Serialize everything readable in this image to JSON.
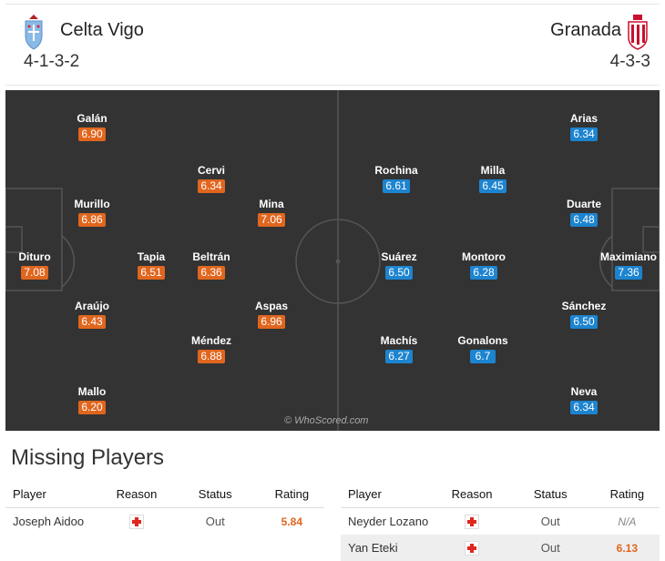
{
  "match": {
    "home": {
      "name": "Celta Vigo",
      "formation": "4-1-3-2",
      "crest_icon": "celta-vigo-crest-icon",
      "color": "#e0661e"
    },
    "away": {
      "name": "Granada",
      "formation": "4-3-3",
      "crest_icon": "granada-crest-icon",
      "color": "#1d84cf"
    }
  },
  "pitch": {
    "watermark": "© WhoScored.com",
    "home_players": [
      {
        "name": "Dituro",
        "rating": "7.08"
      },
      {
        "name": "Galán",
        "rating": "6.90"
      },
      {
        "name": "Murillo",
        "rating": "6.86"
      },
      {
        "name": "Araújo",
        "rating": "6.43"
      },
      {
        "name": "Mallo",
        "rating": "6.20"
      },
      {
        "name": "Tapia",
        "rating": "6.51"
      },
      {
        "name": "Cervi",
        "rating": "6.34"
      },
      {
        "name": "Beltrán",
        "rating": "6.36"
      },
      {
        "name": "Méndez",
        "rating": "6.88"
      },
      {
        "name": "Mina",
        "rating": "7.06"
      },
      {
        "name": "Aspas",
        "rating": "6.96"
      }
    ],
    "away_players": [
      {
        "name": "Maximiano",
        "rating": "7.36"
      },
      {
        "name": "Arias",
        "rating": "6.34"
      },
      {
        "name": "Duarte",
        "rating": "6.48"
      },
      {
        "name": "Sánchez",
        "rating": "6.50"
      },
      {
        "name": "Neva",
        "rating": "6.34"
      },
      {
        "name": "Milla",
        "rating": "6.45"
      },
      {
        "name": "Montoro",
        "rating": "6.28"
      },
      {
        "name": "Gonalons",
        "rating": "6.7"
      },
      {
        "name": "Rochina",
        "rating": "6.61"
      },
      {
        "name": "Suárez",
        "rating": "6.50"
      },
      {
        "name": "Machís",
        "rating": "6.27"
      }
    ]
  },
  "missing": {
    "title": "Missing Players",
    "headers": {
      "player": "Player",
      "reason": "Reason",
      "status": "Status",
      "rating": "Rating"
    },
    "reason_icon": "injury-icon",
    "home": [
      {
        "player": "Joseph Aidoo",
        "status": "Out",
        "rating": "5.84"
      }
    ],
    "away": [
      {
        "player": "Neyder Lozano",
        "status": "Out",
        "rating": "N/A"
      },
      {
        "player": "Yan Eteki",
        "status": "Out",
        "rating": "6.13"
      }
    ]
  }
}
